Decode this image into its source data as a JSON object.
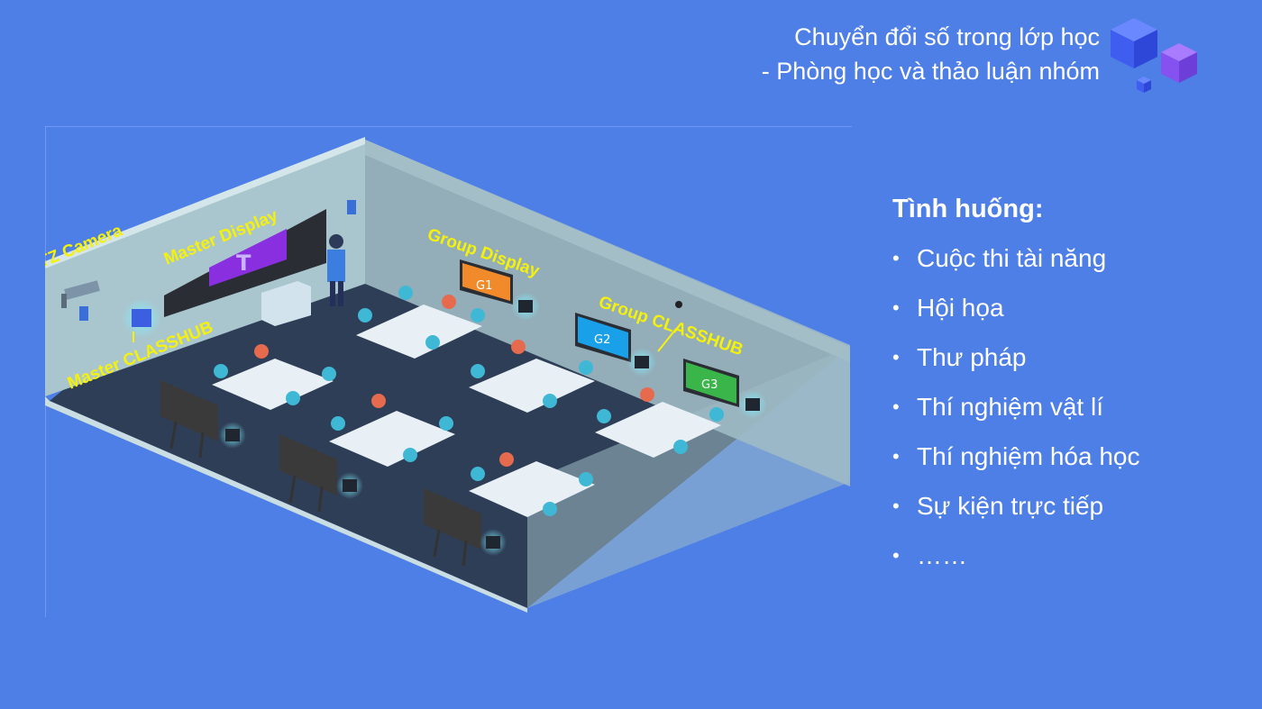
{
  "header": {
    "title_line1": "Chuyển đổi số trong lớp học",
    "title_line2": "- Phòng học và thảo luận nhóm"
  },
  "diagram": {
    "labels": {
      "ptz_camera": "PTZ Camera",
      "master_display": "Master Display",
      "master_classhub": "Master CLASSHUB",
      "group_display": "Group Display",
      "group_classhub": "Group CLASSHUB"
    },
    "screen_labels": {
      "master": "T",
      "g1": "G1",
      "g2": "G2",
      "g3": "G3"
    },
    "colors": {
      "label": "#f5f10a",
      "g1_screen": "#f08a2a",
      "g2_screen": "#1aa0e8",
      "g3_screen": "#39b54a",
      "master_screen": "#8a2fe0"
    }
  },
  "situations": {
    "heading": "Tình huống:",
    "items": [
      "Cuộc thi tài năng",
      "Hội họa",
      "Thư pháp",
      "Thí nghiệm vật lí",
      "Thí nghiệm hóa học",
      "Sự kiện trực tiếp",
      "……"
    ]
  }
}
